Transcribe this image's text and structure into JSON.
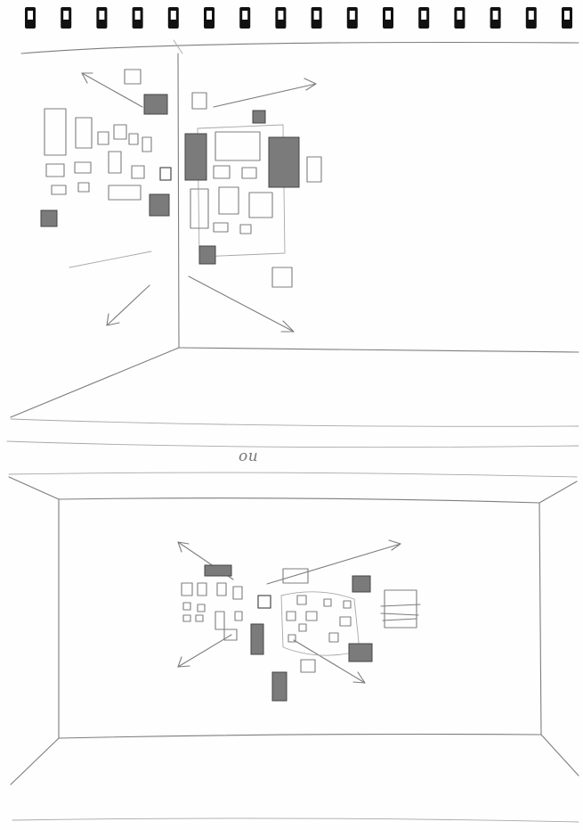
{
  "sketch": {
    "separator_word": "ou",
    "top_scene": "corner-room-view",
    "bottom_scene": "frontal-wall-view",
    "colors": {
      "paper": "#fefefe",
      "pencil": "#7d7d7d",
      "binding": "#111111"
    }
  }
}
